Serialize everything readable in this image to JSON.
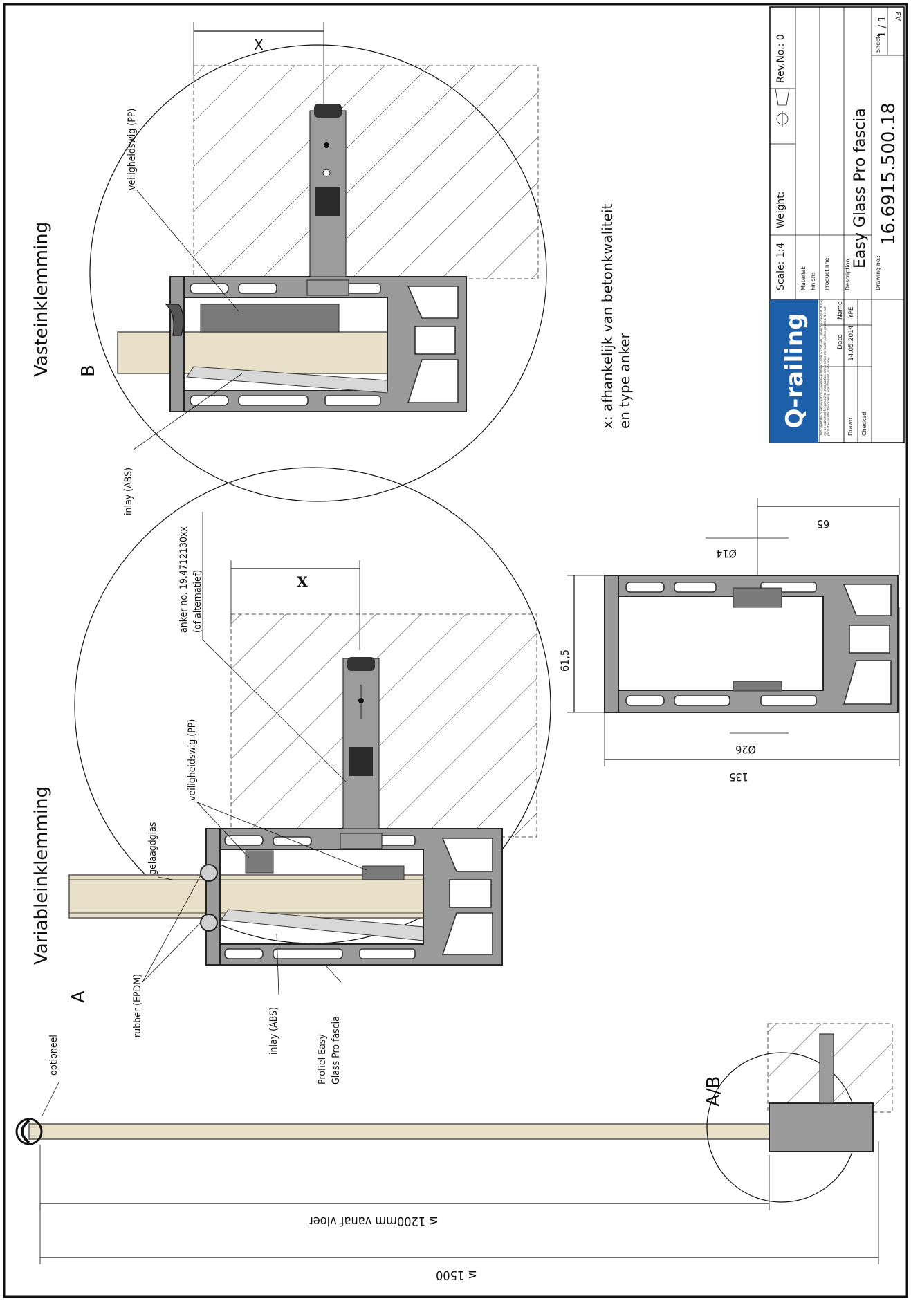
{
  "title_block": {
    "logo": "Q-railing",
    "scale": "Scale: 1:4",
    "weight": "Weight:",
    "rev_no": "Rev.No.: 0",
    "material": "Material:",
    "finish": "Finish:",
    "product_line": "Product line:",
    "description_label": "Description:",
    "description": "Easy Glass Pro fascia",
    "drawing_no_label": "Drawing no.:",
    "drawing_no": "16.6915.500.18",
    "sheet_label": "Sheet:",
    "sheet": "1 / 1",
    "format": "A3",
    "drawn_label": "Drawn",
    "date_label": "Date",
    "name_label": "Name",
    "checked_label": "Checked",
    "date": "14.05.2014",
    "name": "YPE",
    "copyright": "THIS DRAWING IS PROPERTY OF Q-RAILING EUROPE GmbH & Co.KG ALL RIGHTS RESERVED. It may not be submitted for perusal to third parties, either whole nor partly, unless granted. It is not permitted to alter this drawing unauthorized, in any way."
  },
  "labels": {
    "variable": "Variableinklemming",
    "fixed": "Vasteinklemming",
    "section_a": "A",
    "section_b": "B",
    "section_ab": "A/B",
    "x": "X",
    "gelaagdglas": "gelaagdglas",
    "veiligheidswig": "veiligheidswig (PP)",
    "rubber": "rubber (EPDM)",
    "inlay": "inlay (ABS)",
    "profiel_line1": "Profiel Easy",
    "profiel_line2": "Glass Pro fascia",
    "anker_line1": "anker no. 19.4712130xx",
    "anker_line2": "(of alternatief)",
    "optioneel": "optioneel",
    "note_line1": "x: afhankelijk van betonkwaliteit",
    "note_line2": "en type anker",
    "dim_1200": "≤ 1200mm vanaf vloer",
    "dim_1500": "≤ 1500",
    "dim_135": "135",
    "dim_615": "61,5",
    "dim_65": "65",
    "dim_d14": "Ø14",
    "dim_d26": "Ø26"
  }
}
